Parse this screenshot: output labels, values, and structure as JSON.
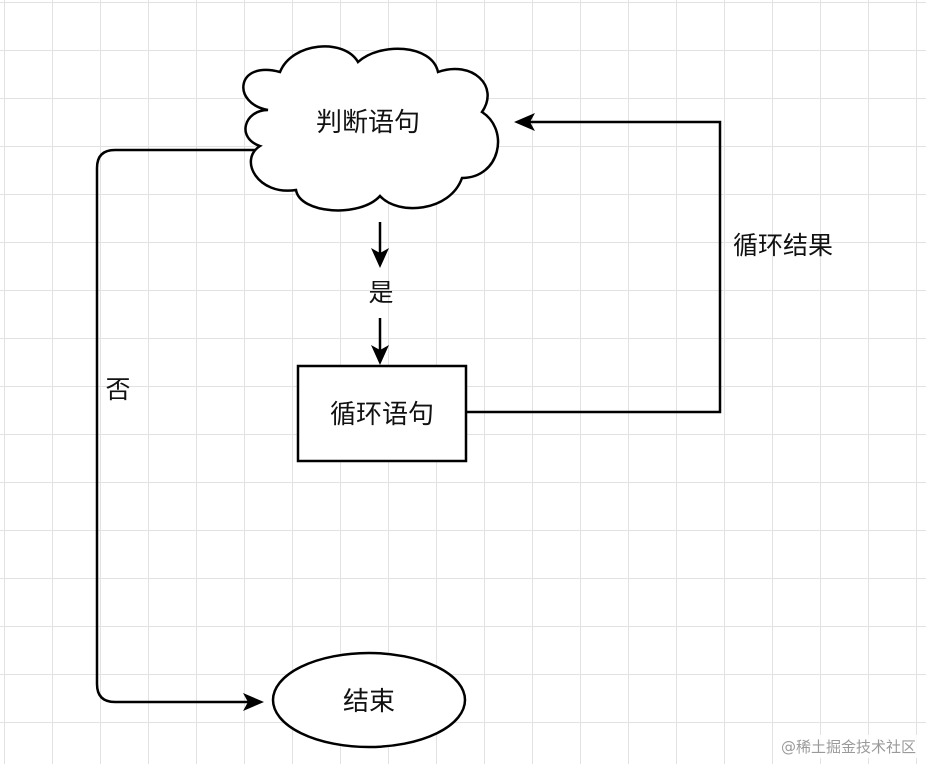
{
  "nodes": {
    "decision": {
      "label": "判断语句",
      "shape": "cloud"
    },
    "loop": {
      "label": "循环语句",
      "shape": "rectangle"
    },
    "end": {
      "label": "结束",
      "shape": "ellipse"
    }
  },
  "edges": {
    "yes": {
      "label": "是",
      "from": "decision",
      "to": "loop"
    },
    "no": {
      "label": "否",
      "from": "decision",
      "to": "end"
    },
    "loop_result": {
      "label": "循环结果",
      "from": "loop",
      "to": "decision"
    }
  },
  "watermark": "@稀土掘金技术社区",
  "colors": {
    "stroke": "#000000",
    "grid": "#e2e2e2",
    "background": "#ffffff"
  }
}
